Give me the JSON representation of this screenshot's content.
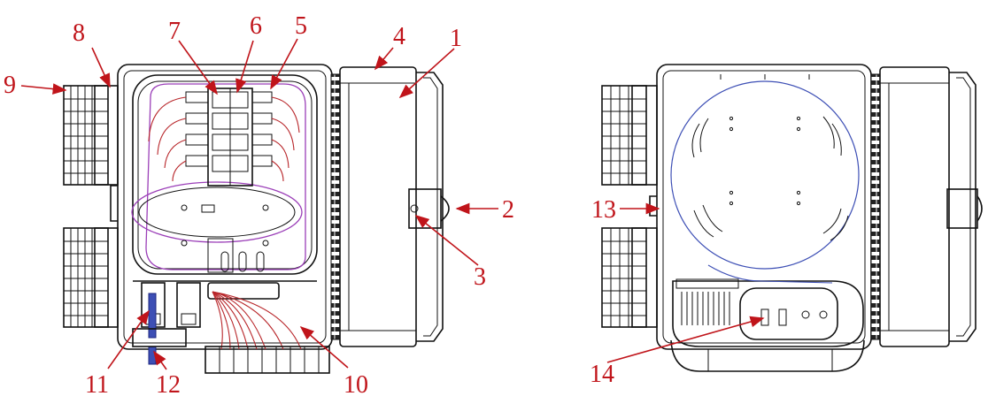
{
  "labels": {
    "l1": "1",
    "l2": "2",
    "l3": "3",
    "l4": "4",
    "l5": "5",
    "l6": "6",
    "l7": "7",
    "l8": "8",
    "l9": "9",
    "l10": "10",
    "l11": "11",
    "l12": "12",
    "l13": "13",
    "l14": "14"
  },
  "colors": {
    "callout": "#c0141a",
    "outline": "#111111",
    "fiber_loop": "#9b3fb8",
    "drop_fiber": "#b8262a",
    "cable": "#3d4fb5"
  }
}
